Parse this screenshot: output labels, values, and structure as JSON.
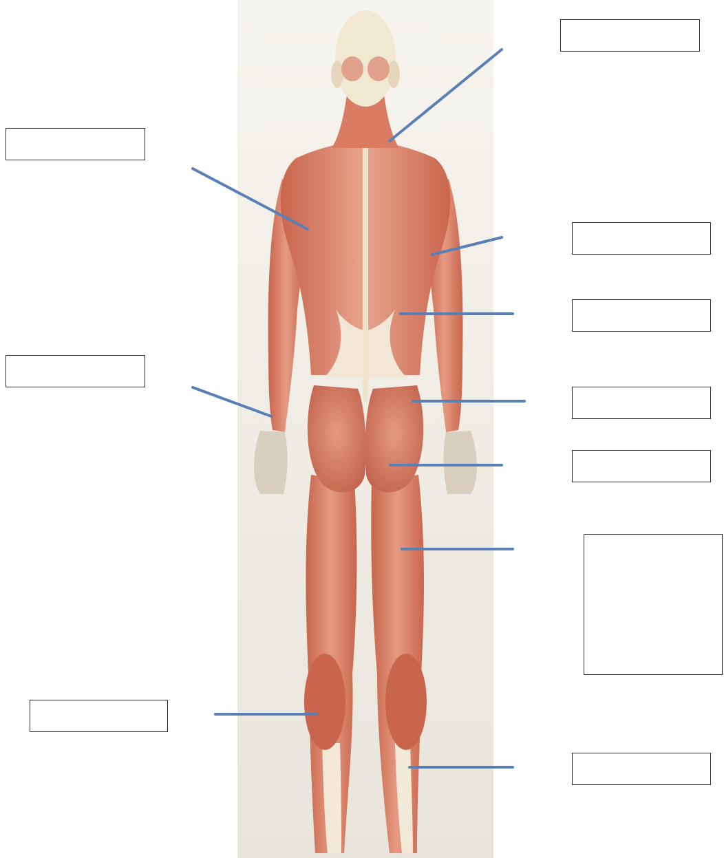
{
  "figure": {
    "subject": "posterior-muscular-system",
    "view": "back",
    "colors": {
      "backdrop": "#f1eee6",
      "muscle": "#d9826a",
      "muscle_dark": "#b8553f",
      "tendon": "#f3e9d8",
      "bone": "#efe6cf",
      "leader_line": "#5a7fb5",
      "box_border": "#2a2a2a"
    }
  },
  "labels": [
    {
      "id": "label-1",
      "text": "",
      "side": "right"
    },
    {
      "id": "label-2",
      "text": "",
      "side": "left"
    },
    {
      "id": "label-3",
      "text": "",
      "side": "right"
    },
    {
      "id": "label-4",
      "text": "",
      "side": "right"
    },
    {
      "id": "label-5",
      "text": "",
      "side": "left"
    },
    {
      "id": "label-6",
      "text": "",
      "side": "right"
    },
    {
      "id": "label-7",
      "text": "",
      "side": "right"
    },
    {
      "id": "label-8",
      "text": "",
      "side": "right"
    },
    {
      "id": "label-9",
      "text": "",
      "side": "left"
    },
    {
      "id": "label-10",
      "text": "",
      "side": "right"
    }
  ]
}
